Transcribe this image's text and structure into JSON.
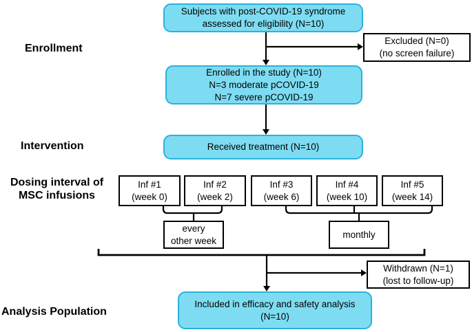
{
  "colors": {
    "cyan_fill": "#7EDCF2",
    "cyan_border": "#29B2DA",
    "white_box_border": "#000000",
    "line": "#000000"
  },
  "labels": {
    "enrollment": "Enrollment",
    "intervention": "Intervention",
    "dosing_line1": "Dosing interval of",
    "dosing_line2": "MSC infusions",
    "analysis": "Analysis Population"
  },
  "boxes": {
    "eligibility": {
      "lines": [
        "Subjects with post-COVID-19 syndrome",
        "assessed for eligibility  (N=10)"
      ]
    },
    "excluded": {
      "lines": [
        "Excluded (N=0)",
        "(no screen failure)"
      ]
    },
    "enrolled": {
      "lines": [
        "Enrolled in the study (N=10)",
        "N=3 moderate pCOVID-19",
        "N=7 severe pCOVID-19"
      ]
    },
    "received": {
      "lines": [
        "Received treatment (N=10)"
      ]
    },
    "infusions": [
      {
        "lines": [
          "Inf #1",
          "(week 0)"
        ]
      },
      {
        "lines": [
          "Inf #2",
          "(week 2)"
        ]
      },
      {
        "lines": [
          "Inf #3",
          "(week 6)"
        ]
      },
      {
        "lines": [
          "Inf #4",
          "(week 10)"
        ]
      },
      {
        "lines": [
          "Inf #5",
          "(week 14)"
        ]
      }
    ],
    "every_other_week": {
      "lines": [
        "every",
        "other week"
      ]
    },
    "monthly": {
      "lines": [
        "monthly"
      ]
    },
    "withdrawn": {
      "lines": [
        "Withdrawn (N=1)",
        "(lost to follow-up)"
      ]
    },
    "included": {
      "lines": [
        "Included in efficacy and safety analysis",
        "(N=10)"
      ]
    }
  }
}
